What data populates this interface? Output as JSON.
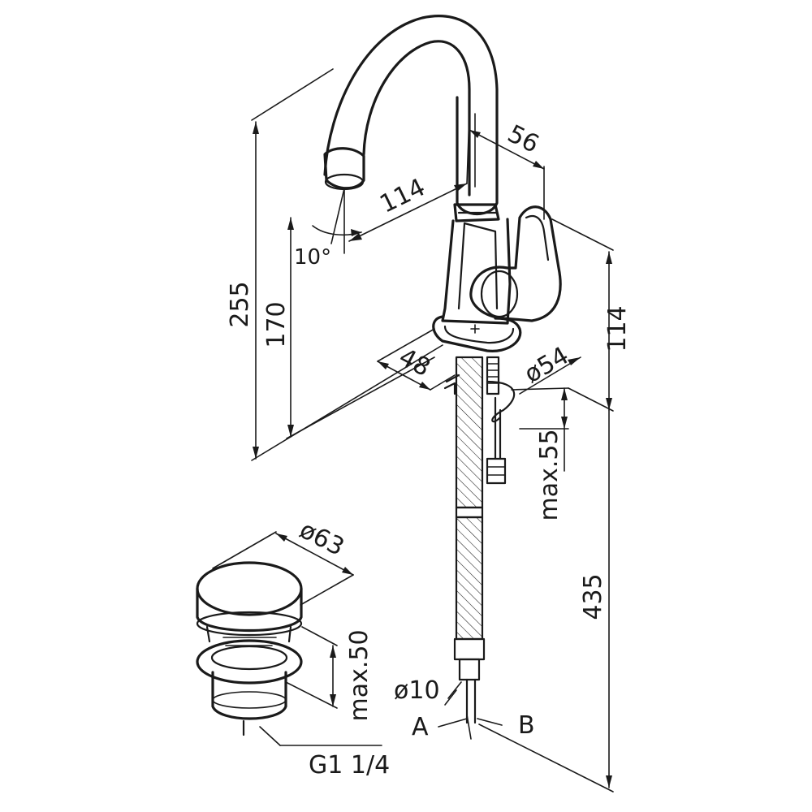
{
  "drawing": {
    "dimensions": {
      "d255": "255",
      "d170": "170",
      "d10deg": "10°",
      "d114_reach": "114",
      "d56": "56",
      "d114_height": "114",
      "d48": "48",
      "d54": "ø54",
      "max55": "max.55",
      "d435": "435",
      "d10": "ø10",
      "d63": "ø63",
      "max50": "max.50",
      "g114": "G1 1/4"
    },
    "connections": {
      "a": "A",
      "b": "B"
    }
  }
}
